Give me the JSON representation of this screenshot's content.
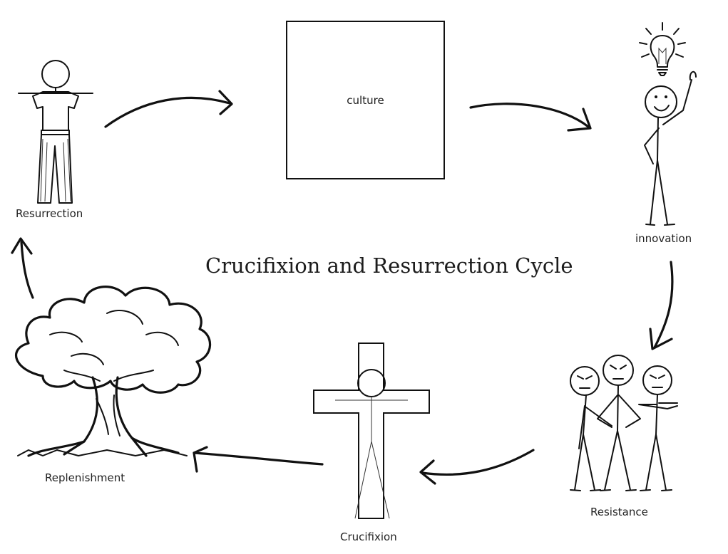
{
  "diagram": {
    "title": "Crucifixion and Resurrection Cycle",
    "nodes": [
      {
        "id": "culture",
        "label": "culture",
        "icon": "square-box"
      },
      {
        "id": "innovation",
        "label": "innovation",
        "icon": "thinking-person-lightbulb-icon"
      },
      {
        "id": "resistance",
        "label": "Resistance",
        "icon": "angry-group-icon"
      },
      {
        "id": "crucifixion",
        "label": "Crucifixion",
        "icon": "cross-figure-icon"
      },
      {
        "id": "replenishment",
        "label": "Replenishment",
        "icon": "tree-icon"
      },
      {
        "id": "resurrection",
        "label": "Resurrection",
        "icon": "standing-person-icon"
      }
    ],
    "edges": [
      {
        "from": "resurrection",
        "to": "culture"
      },
      {
        "from": "culture",
        "to": "innovation"
      },
      {
        "from": "innovation",
        "to": "resistance"
      },
      {
        "from": "resistance",
        "to": "crucifixion"
      },
      {
        "from": "crucifixion",
        "to": "replenishment"
      },
      {
        "from": "replenishment",
        "to": "resurrection"
      }
    ]
  }
}
